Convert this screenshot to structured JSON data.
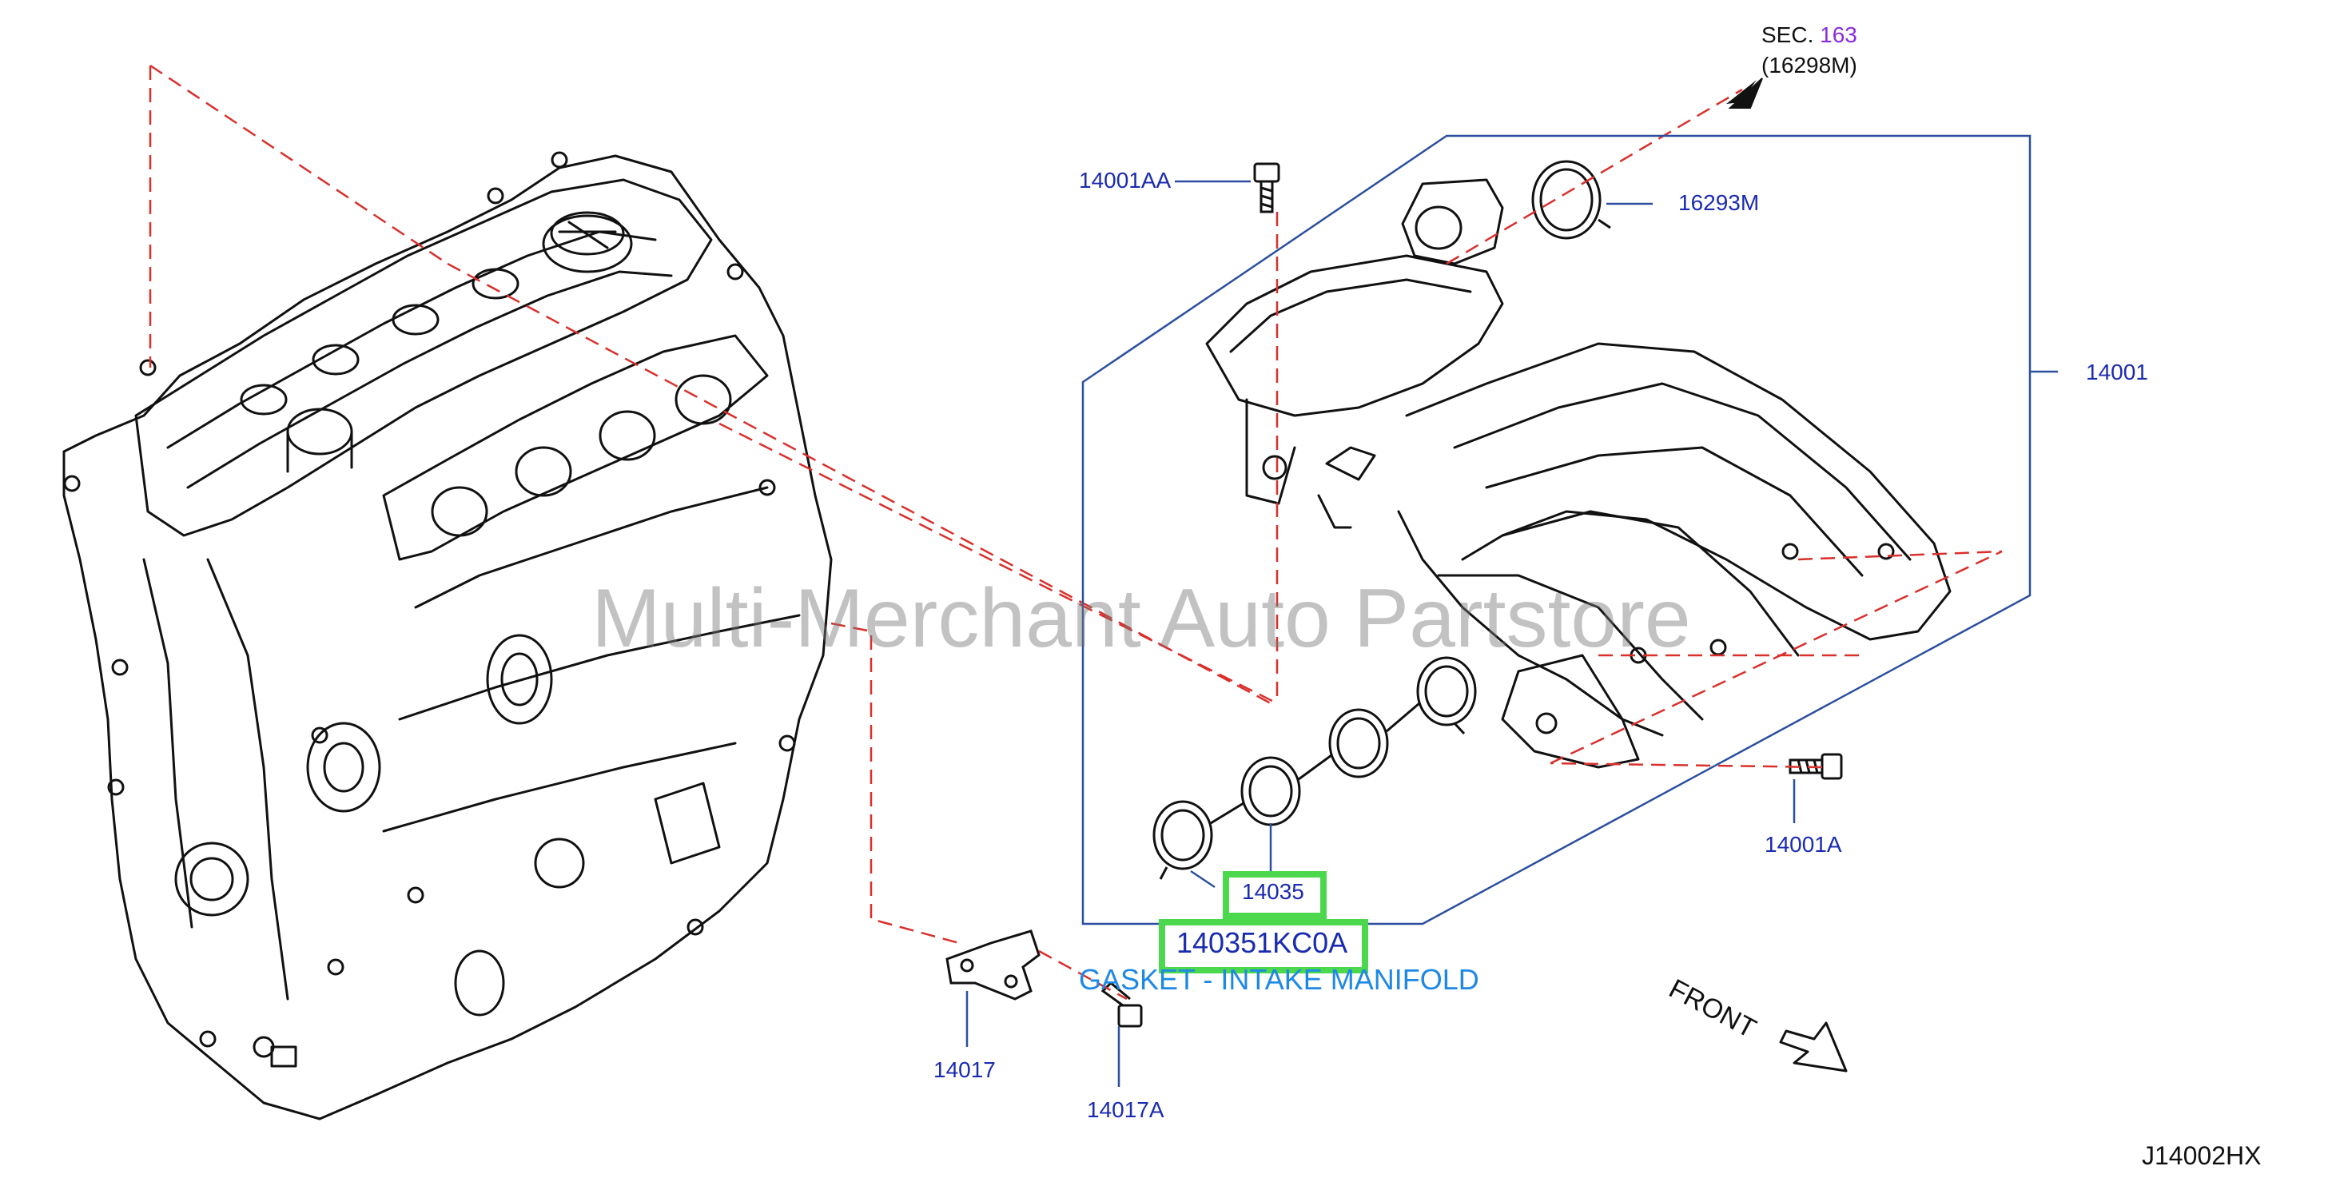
{
  "watermark": "Multi-Merchant Auto Partstore",
  "section_ref": {
    "prefix": "SEC.",
    "number": "163",
    "sub": "(16298M)"
  },
  "callouts": {
    "bolt_14001AA": "14001AA",
    "ring_16293M": "16293M",
    "manifold_14001": "14001",
    "bolt_14001A": "14001A",
    "bracket_14017": "14017",
    "bolt_14017A": "14017A"
  },
  "highlight": {
    "group_number": "14035",
    "part_number": "140351KC0A",
    "description": "GASKET - INTAKE MANIFOLD"
  },
  "front_label": "FRONT",
  "diagram_code": "J14002HX",
  "colors": {
    "callout_text": "#1a2bb0",
    "highlight_border": "#4cd84c",
    "description_text": "#1e88e5",
    "section_number": "#8a2be2",
    "leader_dash": "#d9302c",
    "outline": "#2b4f9e"
  }
}
